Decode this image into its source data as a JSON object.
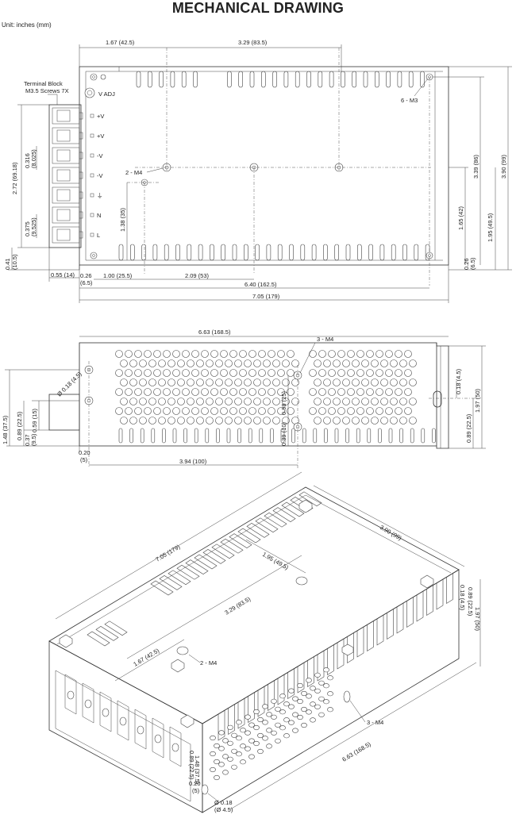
{
  "title": "MECHANICAL DRAWING",
  "unit_label": "Unit: inches (mm)",
  "top_view": {
    "terminal_block_label_1": "Terminal Block",
    "terminal_block_label_2": "M3.5 Screws 7X",
    "v_adj": "V ADJ",
    "terminals": [
      "+V",
      "+V",
      "-V",
      "-V",
      "⏚",
      "N",
      "L"
    ],
    "dim_top_left": "1.67 (42.5)",
    "dim_top_mid": "3.29 (83.5)",
    "m3_label": "6 - M3",
    "m4_label": "2 - M4",
    "dim_272": "2.72 (69.18)",
    "dim_0316_a": "0.316",
    "dim_0316_b": "(8.025)",
    "dim_0375_a": "0.375",
    "dim_0375_b": "(9.525)",
    "dim_041_a": "0.41",
    "dim_041_b": "(10.5)",
    "dim_138": "1.38 (35)",
    "dim_165": "1.65 (42)",
    "dim_195": "1.95 (49.5)",
    "dim_339": "3.39 (86)",
    "dim_390": "3.90 (99)",
    "dim_026_a": "0.26",
    "dim_026_b": "(6.5)",
    "dim_055": "0.55 (14)",
    "dim_026_h_a": "0.26",
    "dim_026_h_b": "(6.5)",
    "dim_100": "1.00 (25.5)",
    "dim_209": "2.09 (53)",
    "dim_640": "6.40 (162.5)",
    "dim_705": "7.05 (179)"
  },
  "side_view": {
    "dim_663": "6.63 (168.5)",
    "m4_label": "3 - M4",
    "dia_label": "Ø 0.18 (4.5)",
    "dim_148": "1.48 (37.5)",
    "dim_089": "0.89 (22.5)",
    "dim_059": "0.59 (15)",
    "dim_037_a": "0.37",
    "dim_037_b": "(9.5)",
    "dim_098": "0.98 (25)",
    "dim_039": "0.39 (10)",
    "dim_020_a": "0.20",
    "dim_020_b": "(5)",
    "dim_394": "3.94 (100)",
    "dim_018": "0.18 (4.5)",
    "dim_197": "1.97 (50)",
    "dim_089_r": "0.89 (22.5)"
  },
  "iso_view": {
    "dim_390": "3.90 (99)",
    "dim_705": "7.05 (179)",
    "dim_195": "1.95 (49.5)",
    "dim_329": "3.29 (83.5)",
    "dim_167": "1.67 (42.5)",
    "m4_label_top": "2 - M4",
    "m4_label_side": "3 - M4",
    "dim_018": "0.18 (4.5)",
    "dim_089": "0.89 (22.5)",
    "dim_197": "1.97 (50)",
    "dim_663": "6.63 (168.5)",
    "dim_089_l": "0.89 (22.5)",
    "dim_148": "1.48 (37.5)",
    "dim_020": "0.20",
    "dim_020_b": "(5)",
    "dia_a": "Ø 0.18",
    "dia_b": "(Ø 4.5)"
  }
}
